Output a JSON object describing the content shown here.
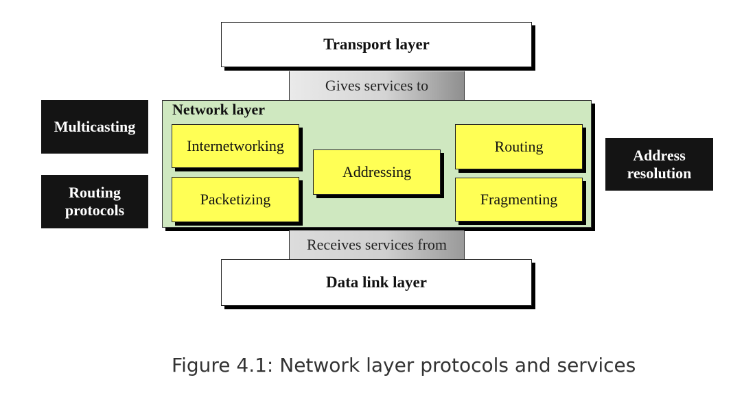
{
  "diagram": {
    "upper_layer": "Transport layer",
    "upper_connector": "Gives services to",
    "network_layer": {
      "title": "Network layer",
      "functions": {
        "internetworking": "Internetworking",
        "packetizing": "Packetizing",
        "addressing": "Addressing",
        "routing": "Routing",
        "fragmenting": "Fragmenting"
      }
    },
    "lower_connector": "Receives services from",
    "lower_layer": "Data link layer",
    "left_protocols": {
      "multicasting": "Multicasting",
      "routing_protocols_line1": "Routing",
      "routing_protocols_line2": "protocols"
    },
    "right_protocols": {
      "address_resolution_line1": "Address",
      "address_resolution_line2": "resolution"
    }
  },
  "caption": "Figure 4.1: Network layer protocols and services",
  "colors": {
    "network_layer_fill": "#cfe8c0",
    "function_box_fill": "#ffff55",
    "protocol_box_fill": "#141414"
  }
}
